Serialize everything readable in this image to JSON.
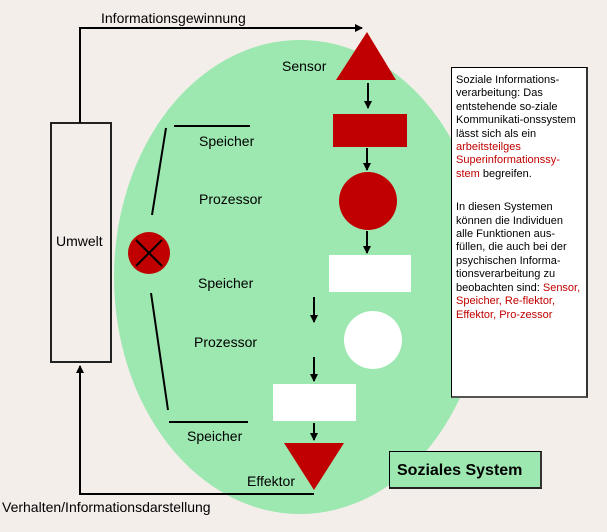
{
  "colors": {
    "background": "#f4eeeb",
    "system_fill": "#9de8b0",
    "accent_red": "#c00000",
    "white": "#ffffff",
    "line": "#000000"
  },
  "labels": {
    "input_flow": "Informationsgewinnung",
    "output_flow": "Verhalten/Informationsdarstellung",
    "environment": "Umwelt",
    "sensor": "Sensor",
    "storage_1": "Speicher",
    "processor_1": "Prozessor",
    "storage_2": "Speicher",
    "processor_2": "Prozessor",
    "storage_3": "Speicher",
    "effector": "Effektor",
    "system_name": "Soziales System"
  },
  "infobox": {
    "para1_text": "Soziale Informations-verarbeitung: Das entstehende so-ziale Kommunikati-onssystem lässt sich als ein ",
    "para1_highlight": "arbeitsteilges Superinformationssy-stem",
    "para1_end": " begreifen.",
    "para2_text": "In diesen Systemen können die Individuen alle Funktionen aus-füllen, die auch bei der psychischen Informa-tionsverarbeitung zu beobachten sind: ",
    "para2_highlight": "Sensor, Speicher, Re-flektor, Effektor, Pro-zessor"
  },
  "icons": {
    "sensor_shape": "triangle-up",
    "storage_shape": "rectangle",
    "processor_shape": "circle",
    "effector_shape": "triangle-down",
    "reflector_shape": "circle-x"
  }
}
